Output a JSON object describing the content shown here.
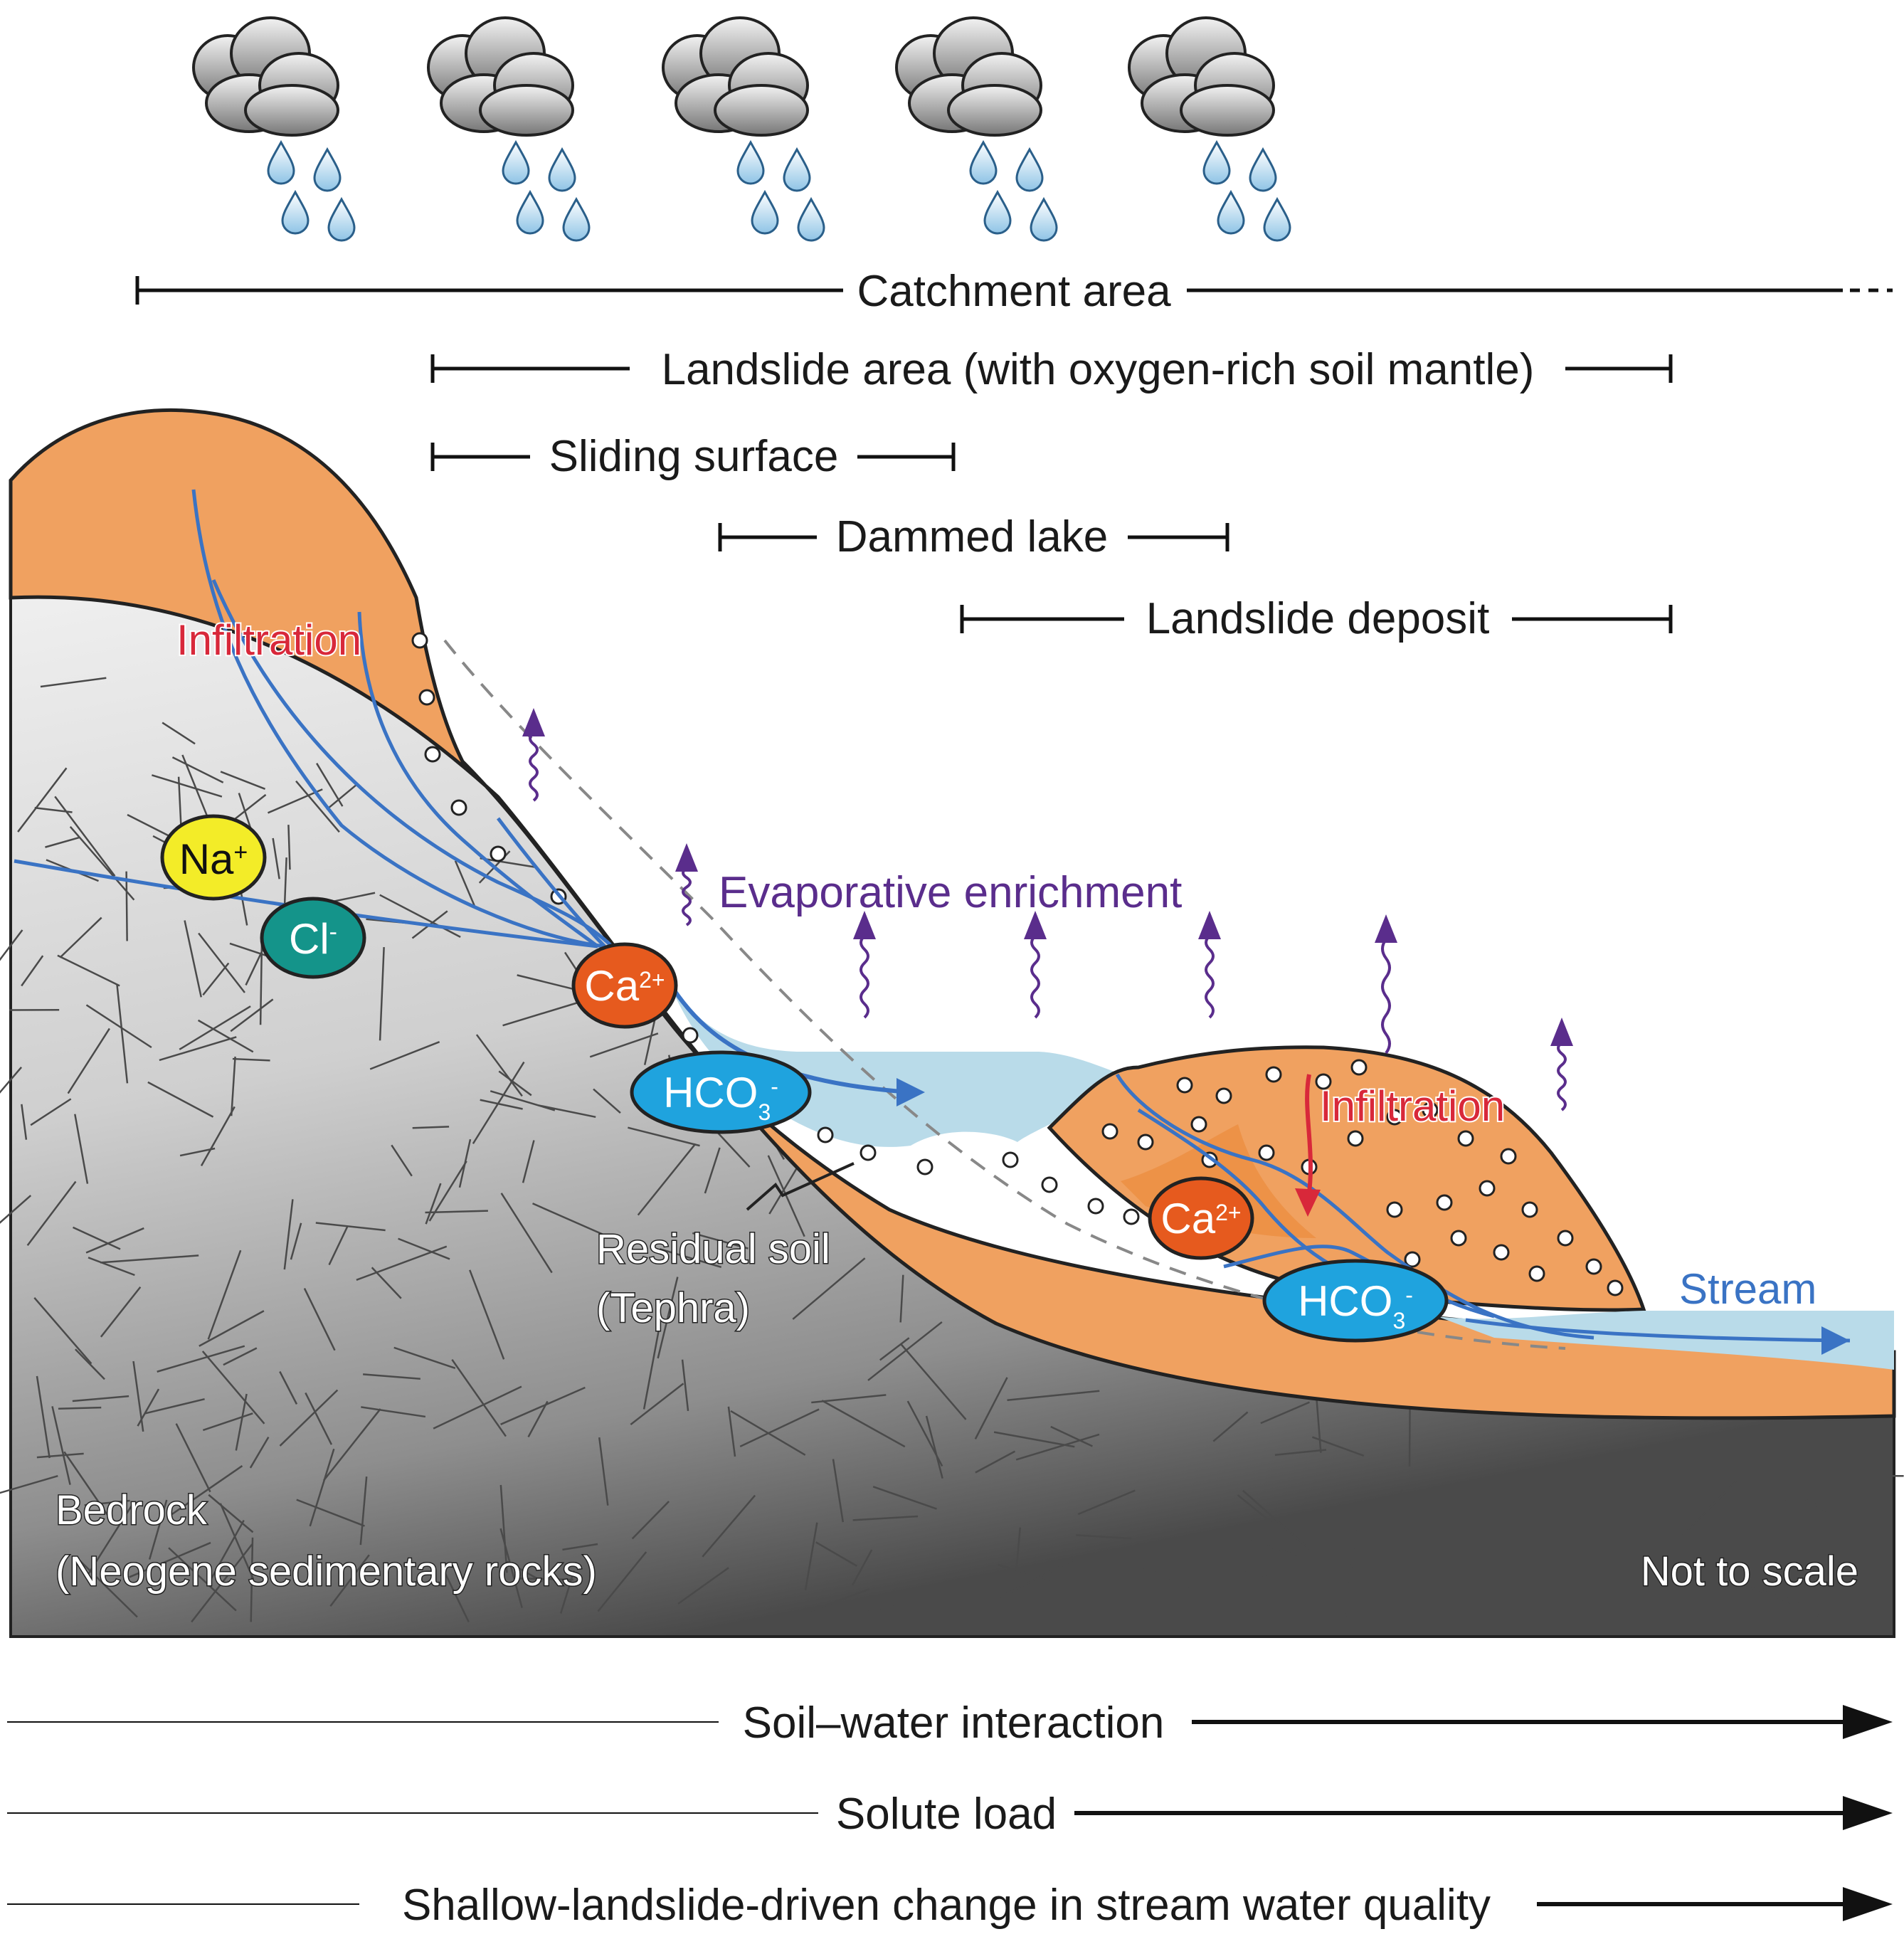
{
  "ranges": {
    "catchment": "Catchment area",
    "landslide_area": "Landslide area (with oxygen-rich soil mantle)",
    "sliding_surface": "Sliding surface",
    "dammed_lake": "Dammed lake",
    "landslide_deposit": "Landslide deposit"
  },
  "labels": {
    "infiltration_upper": "Infiltration",
    "infiltration_lower": "Infiltration",
    "evaporative": "Evaporative enrichment",
    "residual_soil_1": "Residual soil",
    "residual_soil_2": "(Tephra)",
    "bedrock_1": "Bedrock",
    "bedrock_2": "(Neogene sedimentary rocks)",
    "not_to_scale": "Not to scale",
    "stream": "Stream"
  },
  "ions": {
    "na": {
      "base": "Na",
      "sup": "+"
    },
    "cl": {
      "base": "Cl",
      "sup": "-"
    },
    "ca_upper": {
      "base": "Ca",
      "sup": "2+"
    },
    "ca_lower": {
      "base": "Ca",
      "sup": "2+"
    },
    "hco3_upper": {
      "base": "HCO",
      "sub": "3",
      "sup": "-"
    },
    "hco3_lower": {
      "base": "HCO",
      "sub": "3",
      "sup": "-"
    }
  },
  "trends": {
    "soil_water": "Soil–water interaction",
    "solute_load": "Solute load",
    "water_quality": "Shallow-landslide-driven change in stream water quality"
  },
  "colors": {
    "soil": "#f0a160",
    "soil_dark": "#e8802a",
    "water": "#b9dbe9",
    "flow": "#3a73c4",
    "evap": "#5a2d8c",
    "infiltration": "#d8283a",
    "na": "#f3ec28",
    "cl": "#14948a",
    "ca": "#e65a1e",
    "hco3": "#1fa3de"
  }
}
